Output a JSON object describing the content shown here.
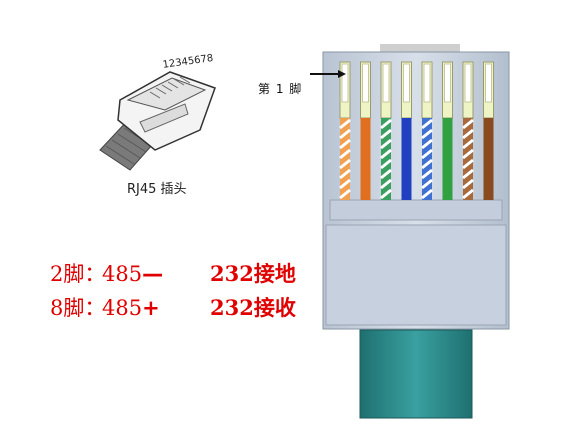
{
  "diagram": {
    "pin_numbers": "12345678",
    "plug_caption": "RJ45 插头",
    "first_pin_label": "第 1 脚",
    "notes": [
      {
        "pin": "2脚：",
        "rs485": "485",
        "rs485_symbol": "—",
        "rs232": "232接地"
      },
      {
        "pin": "8脚：",
        "rs485": "485",
        "rs485_symbol": "+",
        "rs232": "232接收"
      }
    ],
    "colors": {
      "accent_text": "#e00000",
      "plug_body": "#c9d3e0",
      "cable": "#2e8b8b",
      "wires": [
        "#f0a050",
        "#e07020",
        "#3aa060",
        "#2040c0",
        "#4070d0",
        "#30a040",
        "#a86a3a",
        "#8a4a20"
      ],
      "wire_striped": [
        true,
        false,
        true,
        false,
        true,
        false,
        true,
        false
      ]
    }
  }
}
